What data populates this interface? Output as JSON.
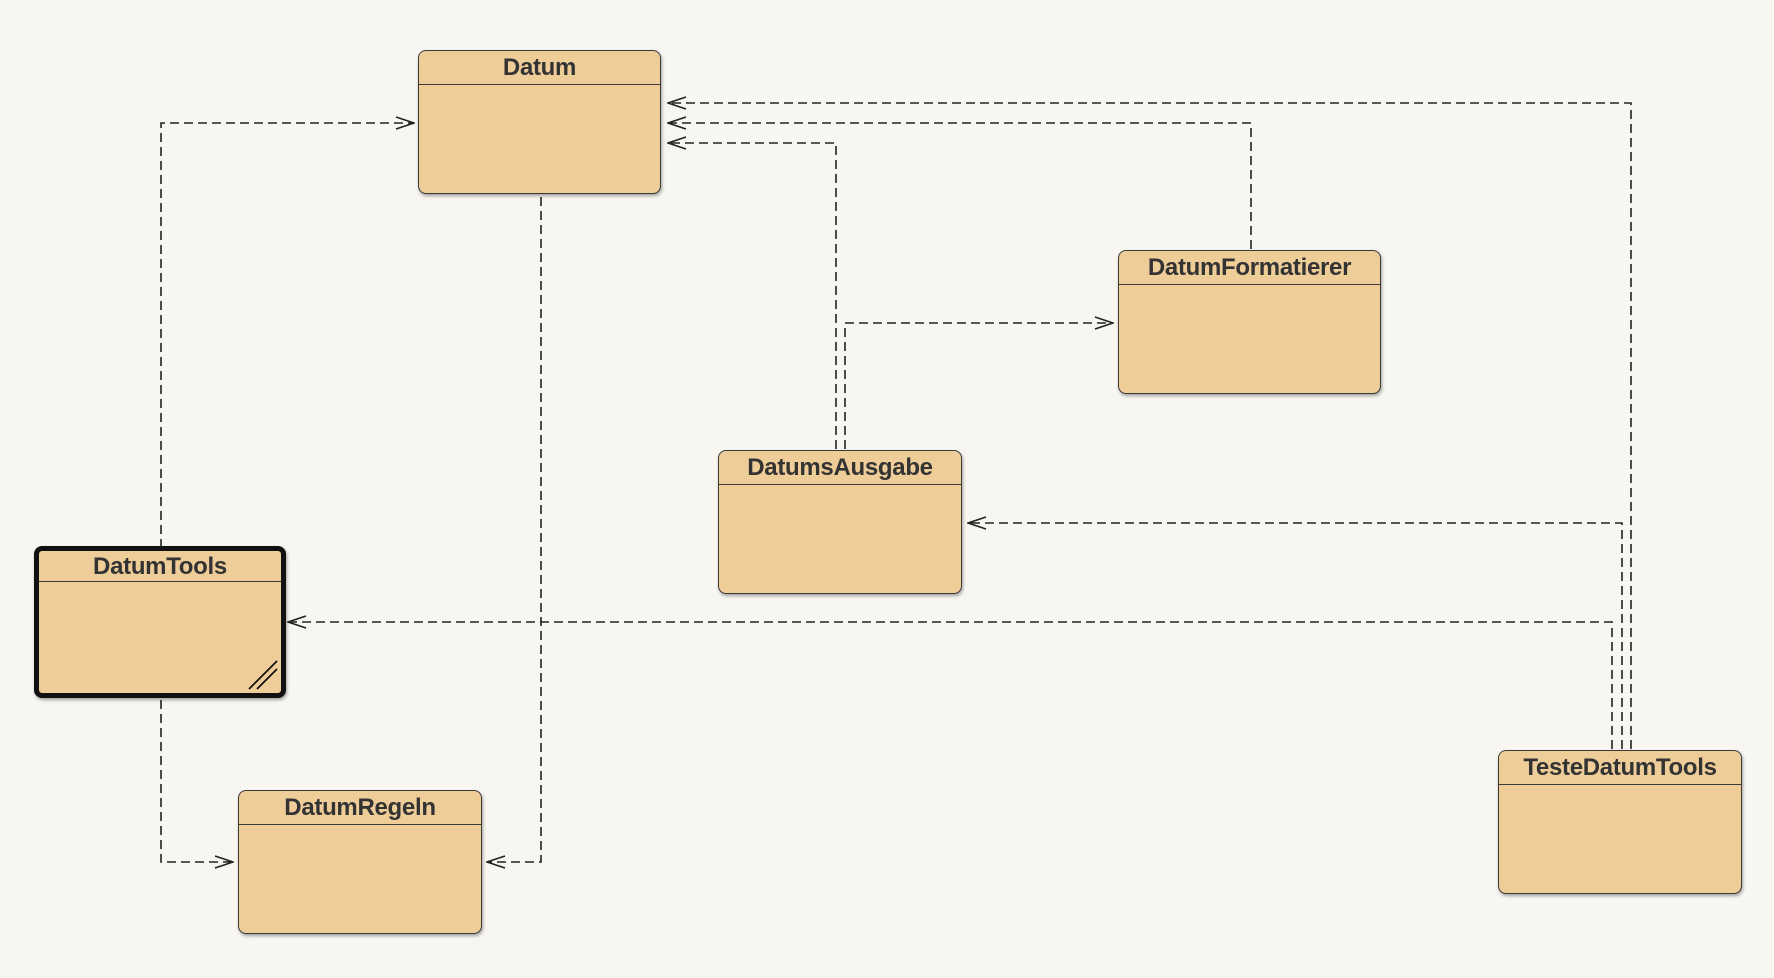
{
  "diagram": {
    "classes": [
      {
        "id": "datum",
        "name": "Datum",
        "selected": false
      },
      {
        "id": "datumformatierer",
        "name": "DatumFormatierer",
        "selected": false
      },
      {
        "id": "datumsausgabe",
        "name": "DatumsAusgabe",
        "selected": false
      },
      {
        "id": "datumtools",
        "name": "DatumTools",
        "selected": true
      },
      {
        "id": "datumregeln",
        "name": "DatumRegeln",
        "selected": false
      },
      {
        "id": "testedatumtools",
        "name": "TesteDatumTools",
        "selected": false
      }
    ],
    "dependencies": [
      {
        "from": "DatumTools",
        "to": "Datum"
      },
      {
        "from": "DatumTools",
        "to": "DatumRegeln"
      },
      {
        "from": "Datum",
        "to": "DatumRegeln"
      },
      {
        "from": "DatumsAusgabe",
        "to": "Datum"
      },
      {
        "from": "DatumsAusgabe",
        "to": "DatumFormatierer"
      },
      {
        "from": "DatumFormatierer",
        "to": "Datum"
      },
      {
        "from": "TesteDatumTools",
        "to": "Datum"
      },
      {
        "from": "TesteDatumTools",
        "to": "DatumsAusgabe"
      },
      {
        "from": "TesteDatumTools",
        "to": "DatumTools"
      }
    ],
    "colors": {
      "background": "#f8f6f1",
      "class_fill": "#efcd98",
      "border": "#3a3a3a",
      "text": "#333333"
    }
  }
}
